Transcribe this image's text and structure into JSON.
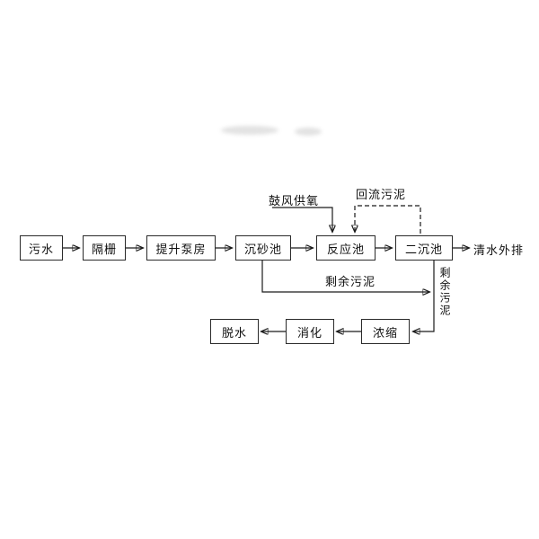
{
  "nodes": {
    "sewage": "污水",
    "screen": "隔栅",
    "pump_house": "提升泵房",
    "grit_chamber": "沉砂池",
    "reaction_tank": "反应池",
    "secondary_tank": "二沉池",
    "thickening": "浓缩",
    "digestion": "消化",
    "dewatering": "脱水"
  },
  "labels": {
    "effluent": "清水外排",
    "air_supply": "鼓风供氧",
    "return_sludge": "回流污泥",
    "excess_sludge_h": "剩余污泥",
    "excess_sludge_v": "剩余污泥"
  },
  "colors": {
    "line": "#1a1a1a",
    "box_border": "#2a2a2a",
    "text": "#111111",
    "background": "#ffffff"
  }
}
